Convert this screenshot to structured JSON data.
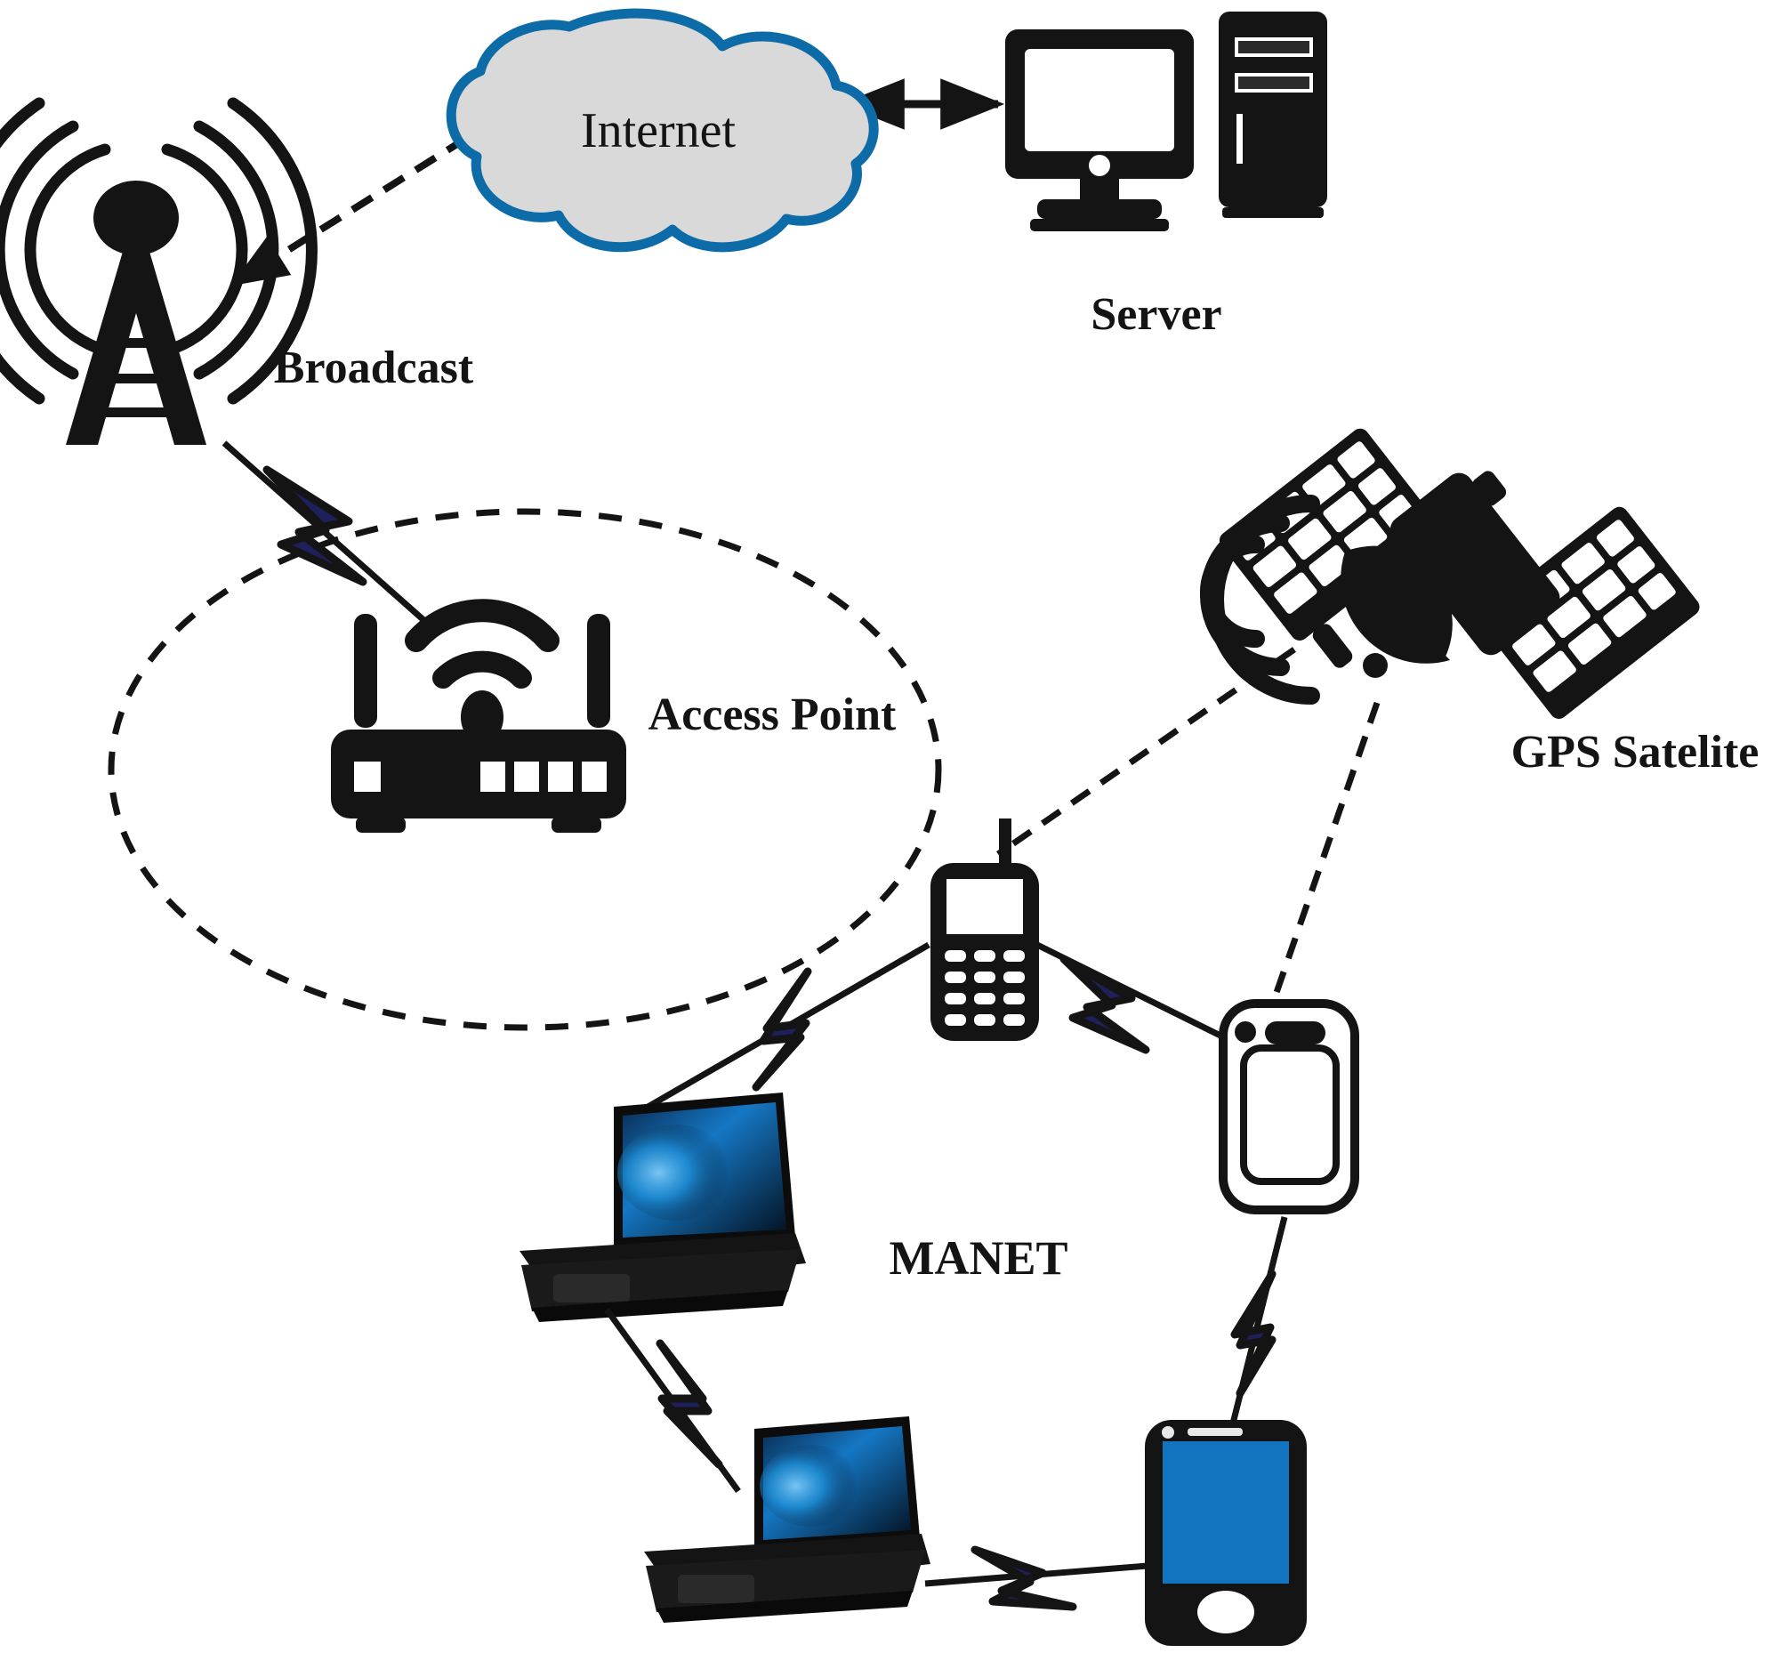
{
  "diagram": {
    "title": "MANET network architecture overview",
    "background_color": "#ffffff",
    "labels": {
      "internet": "Internet",
      "server": "Server",
      "broadcast": "Broadcast",
      "access_point": "Access Point",
      "gps_satellite": "GPS Satelite",
      "manet": "MANET"
    },
    "colors": {
      "ink": "#141414",
      "cloud_outline": "#0d6ca8",
      "cloud_fill": "#d9d9d9",
      "lightning_fill": "#1f1f5c",
      "phone_screen": "#1273be",
      "laptop_screen": "#04112a",
      "laptop_glow": "#1e8fd6"
    },
    "nodes": [
      {
        "name": "broadcast-tower",
        "label": "Broadcast",
        "icon": "broadcast-tower-icon"
      },
      {
        "name": "internet-cloud",
        "label": "Internet",
        "icon": "cloud-icon"
      },
      {
        "name": "server",
        "label": "Server",
        "icon": "server-icon"
      },
      {
        "name": "access-point",
        "label": "Access Point",
        "icon": "wifi-router-icon"
      },
      {
        "name": "gps-satellite",
        "label": "GPS Satelite",
        "icon": "satellite-icon"
      },
      {
        "name": "feature-phone",
        "label": "",
        "icon": "feature-phone-icon"
      },
      {
        "name": "tablet",
        "label": "",
        "icon": "tablet-icon"
      },
      {
        "name": "laptop-upper",
        "label": "",
        "icon": "laptop-icon"
      },
      {
        "name": "laptop-lower",
        "label": "",
        "icon": "laptop-icon"
      },
      {
        "name": "smartphone",
        "label": "",
        "icon": "smartphone-icon"
      },
      {
        "name": "manet-coverage-area",
        "label": "MANET",
        "icon": "dashed-ellipse"
      }
    ],
    "links": [
      {
        "from": "broadcast-tower",
        "to": "internet-cloud",
        "style": "dashed-arrow"
      },
      {
        "from": "internet-cloud",
        "to": "server",
        "style": "double-arrow"
      },
      {
        "from": "broadcast-tower",
        "to": "access-point",
        "style": "lightning"
      },
      {
        "from": "gps-satellite",
        "to": "feature-phone",
        "style": "dashed"
      },
      {
        "from": "gps-satellite",
        "to": "tablet",
        "style": "dashed"
      },
      {
        "from": "feature-phone",
        "to": "laptop-upper",
        "style": "lightning"
      },
      {
        "from": "feature-phone",
        "to": "tablet",
        "style": "lightning"
      },
      {
        "from": "laptop-upper",
        "to": "laptop-lower",
        "style": "lightning"
      },
      {
        "from": "tablet",
        "to": "smartphone",
        "style": "lightning"
      },
      {
        "from": "laptop-lower",
        "to": "smartphone",
        "style": "lightning"
      }
    ]
  }
}
